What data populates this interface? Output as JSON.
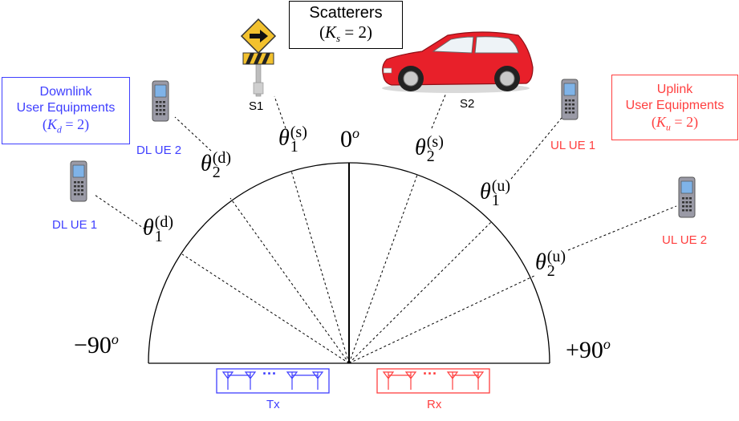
{
  "scatterers_box": {
    "title": "Scatterers",
    "formula_lhs": "K",
    "formula_sub": "s",
    "formula_rhs": "= 2"
  },
  "downlink_box": {
    "line1": "Downlink",
    "line2": "User Equipments",
    "formula_lhs": "K",
    "formula_sub": "d",
    "formula_rhs": "= 2"
  },
  "uplink_box": {
    "line1": "Uplink",
    "line2": "User Equipments",
    "formula_lhs": "K",
    "formula_sub": "u",
    "formula_rhs": "= 2"
  },
  "devices": {
    "dl_ue_1": "DL UE 1",
    "dl_ue_2": "DL UE 2",
    "ul_ue_1": "UL UE 1",
    "ul_ue_2": "UL UE 2",
    "s1": "S1",
    "s2": "S2"
  },
  "angles": {
    "zero": "0",
    "zero_sup": "o",
    "minus90": "−90",
    "minus90_sup": "o",
    "plus90": "+90",
    "plus90_sup": "o",
    "theta": "θ",
    "d1": {
      "sup": "(d)",
      "sub": "1"
    },
    "d2": {
      "sup": "(d)",
      "sub": "2"
    },
    "s1": {
      "sup": "(s)",
      "sub": "1"
    },
    "s2": {
      "sup": "(s)",
      "sub": "2"
    },
    "u1": {
      "sup": "(u)",
      "sub": "1"
    },
    "u2": {
      "sup": "(u)",
      "sub": "2"
    }
  },
  "arrays": {
    "tx": "Tx",
    "rx": "Rx",
    "dots": "···"
  },
  "colors": {
    "downlink": "#3f3fff",
    "uplink": "#ff3f3f",
    "car": "#e8202a",
    "sign": "#f2c12e"
  },
  "icons": [
    "mobile-phone-icon",
    "road-sign-icon",
    "car-icon",
    "antenna-icon"
  ]
}
